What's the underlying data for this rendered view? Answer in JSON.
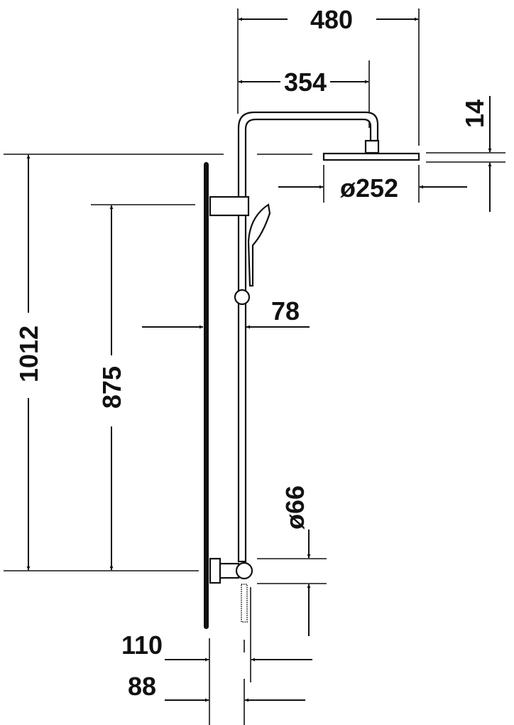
{
  "drawing": {
    "ink_color": "#111111",
    "dimensions": {
      "overall_width": "480",
      "arm_projection": "354",
      "head_thickness": "14",
      "head_diameter": "ø252",
      "riser_wall_offset": "78",
      "overall_height": "1012",
      "bracket_spacing": "875",
      "bottom_diameter": "ø66",
      "bottom_offset_outer": "110",
      "bottom_offset_inner": "88"
    }
  }
}
